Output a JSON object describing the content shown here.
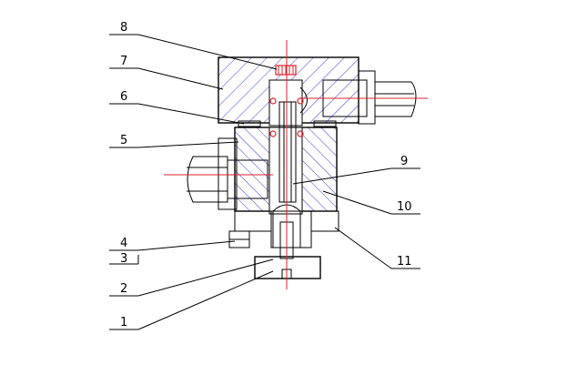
{
  "diagram": {
    "part_labels": [
      "1",
      "2",
      "3",
      "4",
      "5",
      "6",
      "7",
      "8",
      "9",
      "10",
      "11"
    ],
    "colors": {
      "lines": "#000000",
      "center_lines": "#e0202a",
      "hatch": "#3b3bd6",
      "seal": "#e0202a"
    }
  }
}
